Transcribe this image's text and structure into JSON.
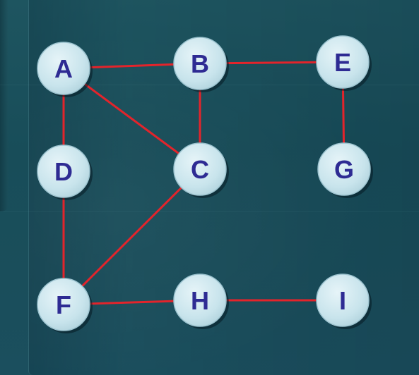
{
  "diagram": {
    "edge_color": "#e3242b",
    "node_fill": "#c8e4ec",
    "label_color": "#2e2b93",
    "nodes": [
      {
        "id": "A",
        "label": "A"
      },
      {
        "id": "B",
        "label": "B"
      },
      {
        "id": "E",
        "label": "E"
      },
      {
        "id": "D",
        "label": "D"
      },
      {
        "id": "C",
        "label": "C"
      },
      {
        "id": "G",
        "label": "G"
      },
      {
        "id": "F",
        "label": "F"
      },
      {
        "id": "H",
        "label": "H"
      },
      {
        "id": "I",
        "label": "I"
      }
    ],
    "edges": [
      {
        "from": "A",
        "to": "B"
      },
      {
        "from": "B",
        "to": "E"
      },
      {
        "from": "A",
        "to": "D"
      },
      {
        "from": "A",
        "to": "C"
      },
      {
        "from": "B",
        "to": "C"
      },
      {
        "from": "E",
        "to": "G"
      },
      {
        "from": "D",
        "to": "F"
      },
      {
        "from": "C",
        "to": "F"
      },
      {
        "from": "F",
        "to": "H"
      },
      {
        "from": "H",
        "to": "I"
      }
    ]
  }
}
